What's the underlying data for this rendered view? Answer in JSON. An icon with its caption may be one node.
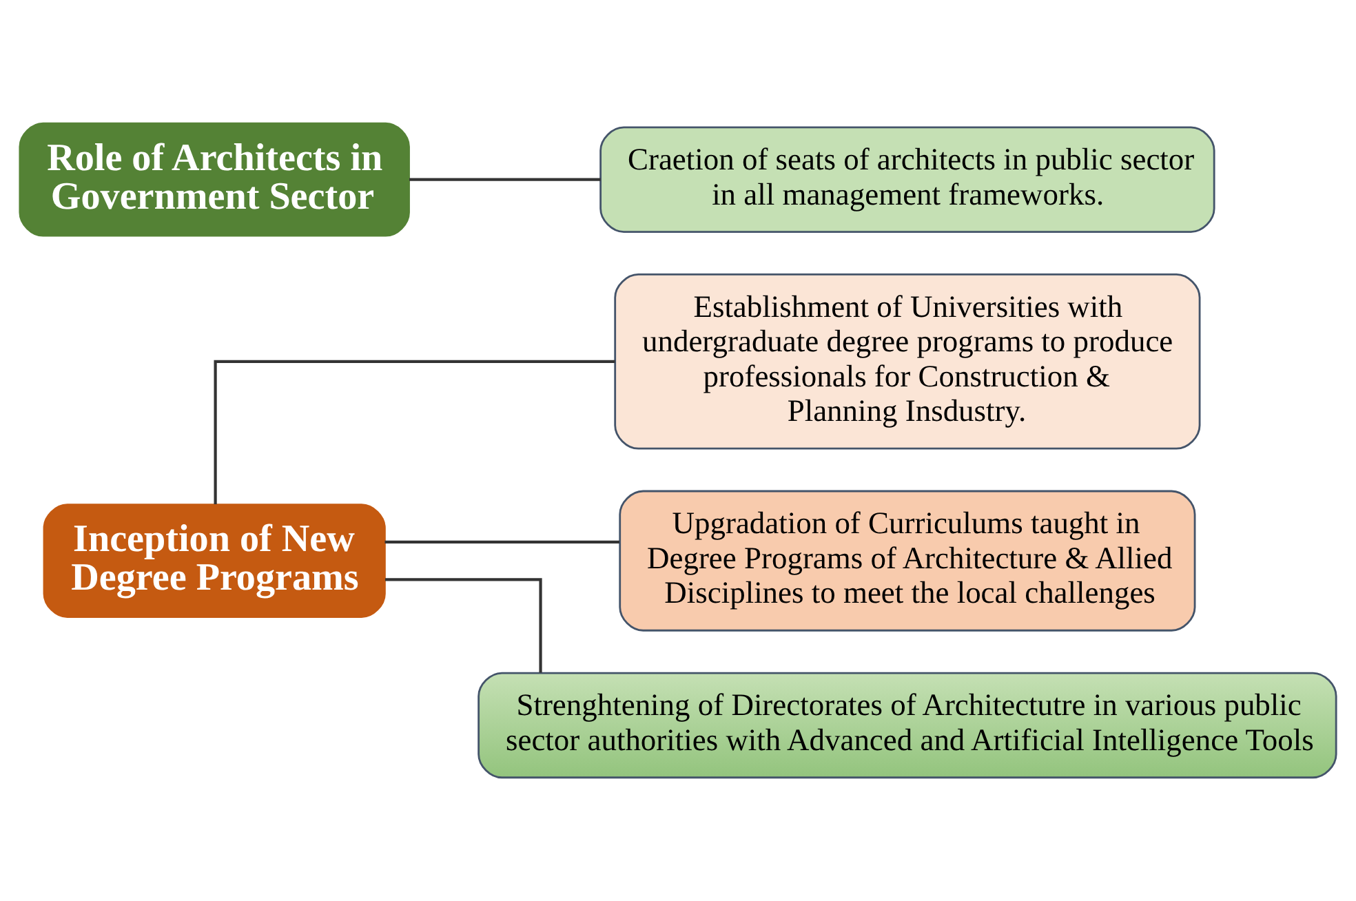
{
  "diagram": {
    "nodes": [
      {
        "text": [
          "Inception of New Degree Programs"
        ]
      },
      {
        "text": [
          "Role of Architects in Government Sector"
        ]
      },
      {
        "text": [
          "Establishment of Universities with undergraduate degree programs to produce professionals for Construction & Planning Insdustry."
        ]
      },
      {
        "text": [
          "Craetion of seats of architects in public sector in all management frameworks."
        ]
      },
      {
        "text": [
          "Upgradation of Curriculums taught in Degree Programs of Architecture & Allied Disciplines to meet the local challenges"
        ]
      },
      {
        "text": [
          "Strenghtening of Directorates of Architectutre in various public sector authorities with Advanced and Artificial Intelligence Tools"
        ]
      }
    ],
    "edges": [
      {
        "from": 0,
        "to": 2,
        "arrow": "none"
      },
      {
        "from": 0,
        "to": 4,
        "arrow": "none"
      },
      {
        "from": 0,
        "to": 5,
        "arrow": "none"
      },
      {
        "from": 1,
        "to": 3,
        "arrow": "none"
      }
    ]
  }
}
